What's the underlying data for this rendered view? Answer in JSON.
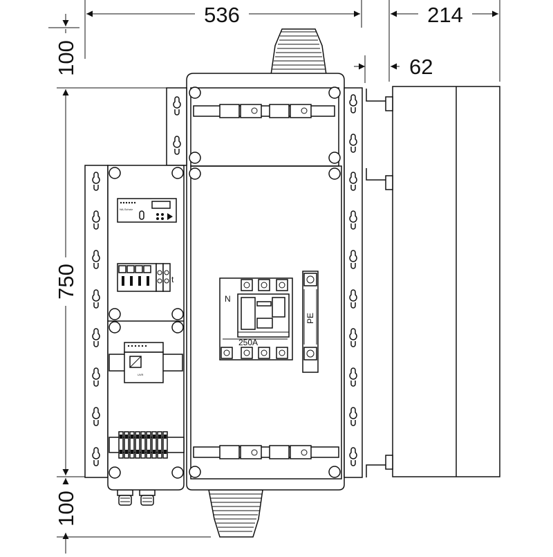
{
  "dimensions": {
    "width_main": "536",
    "depth_total": "214",
    "depth_mount": "62",
    "height_body": "750",
    "height_top_gland": "100",
    "height_bottom_gland": "100"
  },
  "labels": {
    "protection_device": "NA-Schutz",
    "terminal_letter": "t",
    "neutral": "N",
    "breaker_rating": "250A",
    "protective_earth": "PE",
    "meter_text": "UVR"
  },
  "colors": {
    "line": "#111111",
    "fill_panel": "#ffffff",
    "fill_shade": "#e6e6e6"
  }
}
